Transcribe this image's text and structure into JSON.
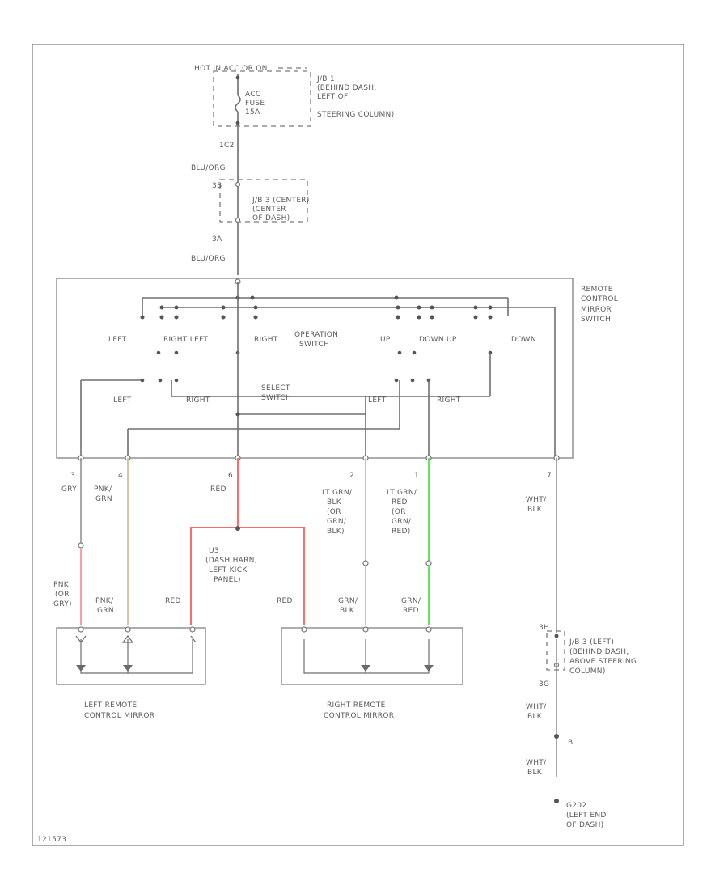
{
  "header": {
    "hot_at_all_times": "HOT IN ACC OR ON",
    "jb1_line1": "J/B 1",
    "jb1_line2": "(BEHIND DASH,",
    "jb1_line3": "LEFT OF",
    "jb1_line4": "STEERING COLUMN)",
    "fuse_line1": "ACC",
    "fuse_line2": "FUSE",
    "fuse_line3": "15A"
  },
  "upper_wiring": {
    "conn_1c": "1C2",
    "wire_1": "BLU/ORG",
    "conn_3b": "3B",
    "jb3_line1": "J/B 3 (CENTER)",
    "jb3_line2": "(CENTER",
    "jb3_line3": "OF DASH)",
    "conn_3a": "3A",
    "wire_2": "BLU/ORG"
  },
  "switch": {
    "title_line1": "REMOTE",
    "title_line2": "CONTROL",
    "title_line3": "MIRROR",
    "title_line4": "SWITCH",
    "left": "LEFT",
    "right_left_pair": "RIGHT LEFT",
    "right": "RIGHT",
    "operation_line1": "OPERATION",
    "operation_line2": "SWITCH",
    "up": "UP",
    "down_up_pair": "DOWN UP",
    "down": "DOWN",
    "select_left": "LEFT",
    "select_right_inner": "RIGHT",
    "select_line1": "SELECT",
    "select_line2": "SWITCH",
    "select_left_2": "LEFT",
    "select_right_2": "RIGHT"
  },
  "pins": {
    "p1": "3",
    "p2": "4",
    "p3": "6",
    "p4": "2",
    "p5": "1",
    "p6": "7"
  },
  "wires": {
    "w1": "GRY",
    "w2_line1": "PNK/",
    "w2_line2": "GRN",
    "w3": "RED",
    "w4_line1": "LT GRN/",
    "w4_line2": "BLK",
    "w4_line3": "(OR",
    "w4_line4": "GRN/",
    "w4_line5": "BLK)",
    "w5_line1": "LT GRN/",
    "w5_line2": "RED",
    "w5_line3": "(OR",
    "w5_line4": "GRN/",
    "w5_line5": "RED)",
    "w6_line1": "WHT/",
    "w6_line2": "BLK",
    "splice_line1": "U3",
    "splice_line2": "(DASH HARN,",
    "splice_line3": "LEFT KICK",
    "splice_line4": "PANEL)",
    "left_mirror_w1_line1": "PNK",
    "left_mirror_w1_line2": "(OR",
    "left_mirror_w1_line3": "GRY)",
    "left_mirror_w2_line1": "PNK/",
    "left_mirror_w2_line2": "GRN",
    "left_mirror_red": "RED",
    "right_mirror_red": "RED",
    "right_mirror_grn_blk_1": "GRN/",
    "right_mirror_grn_blk_2": "BLK",
    "right_mirror_grn_red_1": "GRN/",
    "right_mirror_grn_red_2": "RED"
  },
  "mirrors": {
    "left_line1": "LEFT REMOTE",
    "left_line2": "CONTROL MIRROR",
    "right_line1": "RIGHT REMOTE",
    "right_line2": "CONTROL MIRROR"
  },
  "ground": {
    "conn_3h": "3H",
    "jb3_left_line1": "J/B 3 (LEFT)",
    "jb3_left_line2": "(BEHIND DASH,",
    "jb3_left_line3": "ABOVE STEERING",
    "jb3_left_line4": "COLUMN)",
    "conn_3g": "3G",
    "wire_a_line1": "WHT/",
    "wire_a_line2": "BLK",
    "splice_b": "B",
    "wire_b_line1": "WHT/",
    "wire_b_line2": "BLK",
    "ground_line1": "G202",
    "ground_line2": "(LEFT END",
    "ground_line3": "OF DASH)"
  },
  "footer": {
    "figure_id": "121573"
  },
  "colors": {
    "red_wire": "#ff6b6b",
    "pink_wire": "#ff9aa8",
    "tan_wire": "#d8c3a5",
    "green_wire": "#8ee68e",
    "bright_green_wire": "#5ee65e"
  }
}
